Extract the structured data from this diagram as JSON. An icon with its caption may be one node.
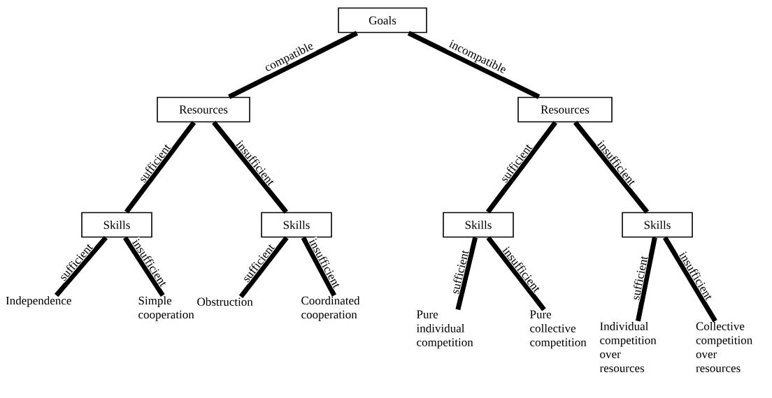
{
  "diagram": {
    "nodes": [
      {
        "text": [
          "Goals"
        ]
      },
      {
        "text": [
          "Resources"
        ]
      },
      {
        "text": [
          "Resources"
        ]
      },
      {
        "text": [
          "Skills"
        ]
      },
      {
        "text": [
          "Skills"
        ]
      },
      {
        "text": [
          "Skills"
        ]
      },
      {
        "text": [
          "Skills"
        ]
      },
      {
        "text": [
          "Independence"
        ]
      },
      {
        "text": [
          "Simple cooperation"
        ]
      },
      {
        "text": [
          "Obstruction"
        ]
      },
      {
        "text": [
          "Coordinated cooperation"
        ]
      },
      {
        "text": [
          "Pure individual competition"
        ]
      },
      {
        "text": [
          "Pure collective competition"
        ]
      },
      {
        "text": [
          "Individual competition over resources"
        ]
      },
      {
        "text": [
          "Collective competition over resources"
        ]
      }
    ],
    "edges": [
      {
        "from": 0,
        "to": 1,
        "arrow": "none",
        "label": "compatible"
      },
      {
        "from": 0,
        "to": 2,
        "arrow": "none",
        "label": "incompatible"
      },
      {
        "from": 1,
        "to": 3,
        "arrow": "none",
        "label": "sufficient"
      },
      {
        "from": 1,
        "to": 4,
        "arrow": "none",
        "label": "insufficient"
      },
      {
        "from": 2,
        "to": 5,
        "arrow": "none",
        "label": "sufficient"
      },
      {
        "from": 2,
        "to": 6,
        "arrow": "none",
        "label": "insufficient"
      },
      {
        "from": 3,
        "to": 7,
        "arrow": "none",
        "label": "sufficient"
      },
      {
        "from": 3,
        "to": 8,
        "arrow": "none",
        "label": "insufficient"
      },
      {
        "from": 4,
        "to": 9,
        "arrow": "none",
        "label": "sufficient"
      },
      {
        "from": 4,
        "to": 10,
        "arrow": "none",
        "label": "insufficient"
      },
      {
        "from": 5,
        "to": 11,
        "arrow": "none",
        "label": "sufficient"
      },
      {
        "from": 5,
        "to": 12,
        "arrow": "none",
        "label": "insufficient"
      },
      {
        "from": 6,
        "to": 13,
        "arrow": "none",
        "label": "sufficient"
      },
      {
        "from": 6,
        "to": 14,
        "arrow": "none",
        "label": "insufficient"
      }
    ]
  }
}
